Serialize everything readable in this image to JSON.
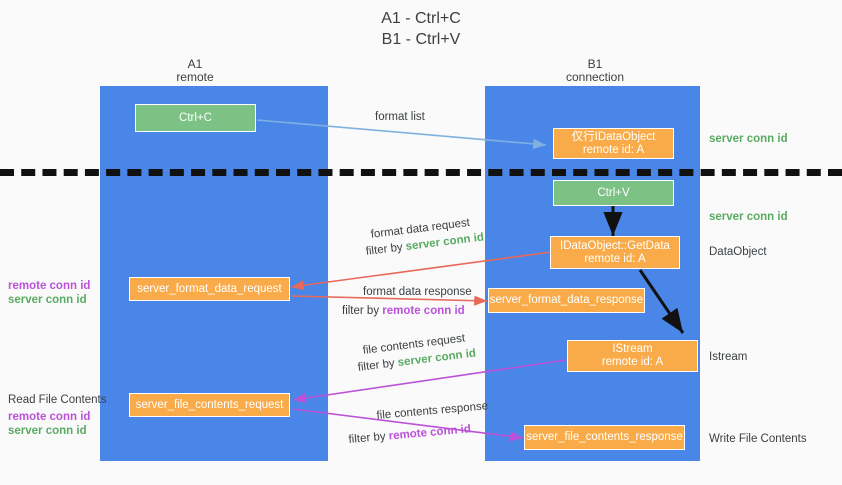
{
  "title": "A1 - Ctrl+C\nB1 - Ctrl+V",
  "lanes": [
    {
      "id": "a1",
      "title": "A1\nremote",
      "color": "#4a86e8"
    },
    {
      "id": "b1",
      "title": "B1\nconnection",
      "color": "#4a86e8"
    }
  ],
  "nodes": [
    {
      "id": "ctrl-c",
      "line1": "Ctrl+C",
      "line2": "",
      "color": "green"
    },
    {
      "id": "idataobject-remote",
      "line1": "仅行IDataObject",
      "line2": "remote id: A",
      "color": "orange"
    },
    {
      "id": "ctrl-v",
      "line1": "Ctrl+V",
      "line2": "",
      "color": "green"
    },
    {
      "id": "idataobject-getdata",
      "line1": "IDataObject::GetData",
      "line2": "remote id: A",
      "color": "orange"
    },
    {
      "id": "server-format-data-request",
      "line1": "server_format_data_request",
      "line2": "",
      "color": "orange"
    },
    {
      "id": "server-format-data-response",
      "line1": "server_format_data_response",
      "line2": "",
      "color": "orange"
    },
    {
      "id": "istream-remote",
      "line1": "IStream",
      "line2": "remote id: A",
      "color": "orange"
    },
    {
      "id": "server-file-contents-request",
      "line1": "server_file_contents_request",
      "line2": "",
      "color": "orange"
    },
    {
      "id": "server-file-contents-response",
      "line1": "server_file_contents_response",
      "line2": "",
      "color": "orange"
    }
  ],
  "edge_labels": {
    "format_list": "format list",
    "format_data_request": "format data request",
    "format_data_request_filter_prefix": "filter by ",
    "format_data_request_filter_id": "server conn id",
    "format_data_response": "format data response",
    "format_data_response_filter_prefix": "filter by ",
    "format_data_response_filter_id": "remote conn id",
    "file_contents_request": "file contents request",
    "file_contents_request_filter_prefix": "filter by ",
    "file_contents_request_filter_id": "server conn id",
    "file_contents_response": "file contents response",
    "file_contents_response_filter_prefix": "filter by ",
    "file_contents_response_filter_id": "remote conn id"
  },
  "right_labels": [
    {
      "id": "server-conn-id-top",
      "text": "server conn id",
      "style": "green"
    },
    {
      "id": "server-conn-id-second",
      "text": "server conn id",
      "style": "green"
    },
    {
      "id": "dataobject",
      "text": "DataObject",
      "style": "plain"
    },
    {
      "id": "istream",
      "text": "Istream",
      "style": "plain"
    },
    {
      "id": "write-file-contents",
      "text": "Write File Contents",
      "style": "plain"
    }
  ],
  "left_labels": [
    {
      "id": "remote-conn-id-mid",
      "text": "remote conn id",
      "style": "purple"
    },
    {
      "id": "server-conn-id-mid",
      "text": "server conn id",
      "style": "green"
    },
    {
      "id": "read-file-contents",
      "text": "Read File Contents",
      "style": "plain"
    },
    {
      "id": "remote-conn-id-bottom",
      "text": "remote conn id",
      "style": "purple"
    },
    {
      "id": "server-conn-id-bottom",
      "text": "server conn id",
      "style": "green"
    }
  ],
  "colors": {
    "lane": "#4a86e8",
    "orange": "#f9ab4a",
    "green_box": "#7cc285",
    "green_text": "#5aab62",
    "purple_text": "#bb52d8",
    "arrow_blue": "#7fb1e0",
    "arrow_red": "#e8685a",
    "arrow_purple": "#bb52d8",
    "arrow_black": "#111111",
    "background": "#fafafa"
  }
}
